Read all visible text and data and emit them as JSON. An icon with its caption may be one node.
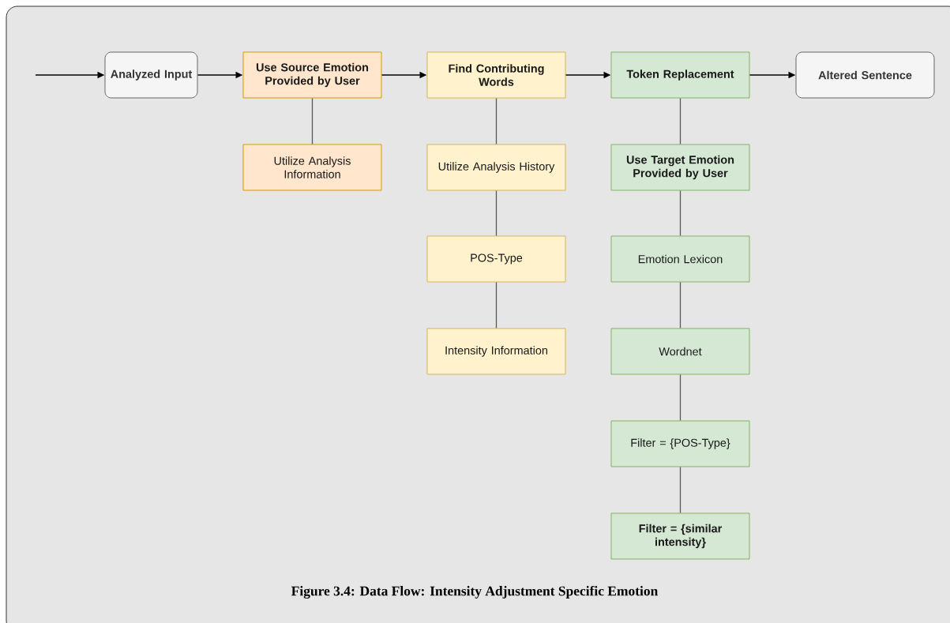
{
  "diagram": {
    "caption": "Figure 3.4: Data Flow: Intensity Adjustment Specific Emotion",
    "nodes": [
      {
        "text": [
          "Analyzed Input"
        ]
      },
      {
        "text": [
          "Use Source Emotion Provided by User"
        ]
      },
      {
        "text": [
          "Utilize Analysis Information"
        ]
      },
      {
        "text": [
          "Find Contributing Words"
        ]
      },
      {
        "text": [
          "Utilize Analysis History"
        ]
      },
      {
        "text": [
          "POS-Type"
        ]
      },
      {
        "text": [
          "Intensity Information"
        ]
      },
      {
        "text": [
          "Token Replacement"
        ]
      },
      {
        "text": [
          "Use Target Emotion Provided by User"
        ]
      },
      {
        "text": [
          "Emotion Lexicon"
        ]
      },
      {
        "text": [
          "Wordnet"
        ]
      },
      {
        "text": [
          "Filter = {POS-Type}"
        ]
      },
      {
        "text": [
          "Filter = {similar intensity}"
        ]
      },
      {
        "text": [
          "Altered Sentence"
        ]
      }
    ],
    "edges": [
      {
        "from": null,
        "to": 0,
        "arrow": "to"
      },
      {
        "from": 0,
        "to": 1,
        "arrow": "to"
      },
      {
        "from": 1,
        "to": 3,
        "arrow": "to"
      },
      {
        "from": 3,
        "to": 7,
        "arrow": "to"
      },
      {
        "from": 7,
        "to": 13,
        "arrow": "to"
      },
      {
        "from": 1,
        "to": 2,
        "arrow": "none"
      },
      {
        "from": 3,
        "to": 4,
        "arrow": "none"
      },
      {
        "from": 4,
        "to": 5,
        "arrow": "none"
      },
      {
        "from": 5,
        "to": 6,
        "arrow": "none"
      },
      {
        "from": 7,
        "to": 8,
        "arrow": "none"
      },
      {
        "from": 8,
        "to": 9,
        "arrow": "none"
      },
      {
        "from": 9,
        "to": 10,
        "arrow": "none"
      },
      {
        "from": 10,
        "to": 11,
        "arrow": "none"
      },
      {
        "from": 11,
        "to": 12,
        "arrow": "none"
      }
    ]
  }
}
